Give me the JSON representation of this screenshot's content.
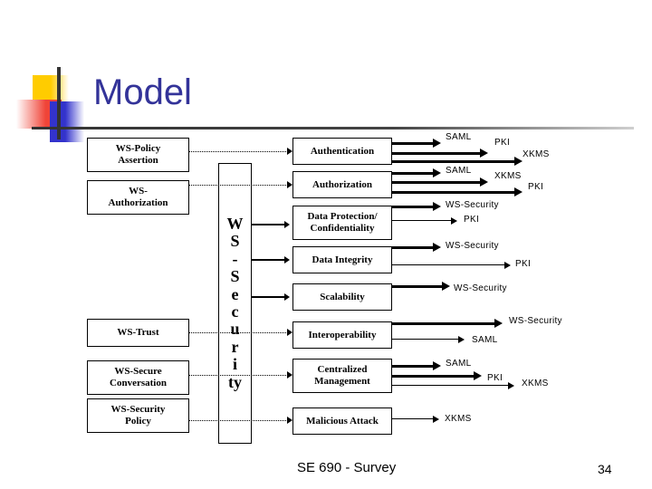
{
  "slide": {
    "title": "Model",
    "title_color": "#333399",
    "footer_text": "SE 690 - Survey",
    "page_number": "34"
  },
  "decoration": {
    "yellow": "#FFCC00",
    "red": "#F04438",
    "blue": "#3333CC",
    "line": "#333333"
  },
  "left_column": {
    "boxes": [
      {
        "label": "WS-Policy\nAssertion",
        "line1": "WS-Policy",
        "line2": "Assertion"
      },
      {
        "label": "WS-Authorization",
        "line1": "WS-",
        "line2": "Authorization"
      },
      {
        "label": "WS-Trust",
        "line1": "WS-Trust",
        "line2": ""
      },
      {
        "label": "WS-Secure Conversation",
        "line1": "WS-Secure",
        "line2": "Conversation"
      },
      {
        "label": "WS-Security Policy",
        "line1": "WS-Security",
        "line2": "Policy"
      }
    ]
  },
  "vertical_bar": {
    "label": "WS-Security",
    "letters": [
      "W",
      "S",
      "-",
      "S",
      "e",
      "c",
      "u",
      "r",
      "i",
      "ty"
    ]
  },
  "middle_column": {
    "boxes": [
      {
        "line1": "Authentication",
        "line2": ""
      },
      {
        "line1": "Authorization",
        "line2": ""
      },
      {
        "line1": "Data Protection/",
        "line2": "Confidentiality"
      },
      {
        "line1": "Data Integrity",
        "line2": ""
      },
      {
        "line1": "Scalability",
        "line2": ""
      },
      {
        "line1": "Interoperability",
        "line2": ""
      },
      {
        "line1": "Centralized",
        "line2": "Management"
      },
      {
        "line1": "Malicious Attack",
        "line2": ""
      }
    ]
  },
  "standards": {
    "authentication": [
      "SAML",
      "PKI",
      "XKMS"
    ],
    "authorization": [
      "SAML",
      "XKMS",
      "PKI"
    ],
    "data_protection": [
      "WS-Security",
      "PKI"
    ],
    "data_integrity": [
      "WS-Security",
      "PKI"
    ],
    "scalability": [
      "WS-Security"
    ],
    "interoperability": [
      "WS-Security",
      "SAML"
    ],
    "centralized_management": [
      "SAML",
      "PKI",
      "XKMS"
    ],
    "malicious_attack": [
      "XKMS"
    ],
    "labels": {
      "l1": "SAML",
      "l2": "PKI",
      "l3": "XKMS",
      "l4": "SAML",
      "l5": "XKMS",
      "l6": "PKI",
      "l7": "WS-Security",
      "l8": "PKI",
      "l9": "WS-Security",
      "l10": "PKI",
      "l11": "WS-Security",
      "l12": "WS-Security",
      "l13": "SAML",
      "l14": "SAML",
      "l15": "PKI",
      "l16": "XKMS",
      "l17": "XKMS"
    }
  }
}
